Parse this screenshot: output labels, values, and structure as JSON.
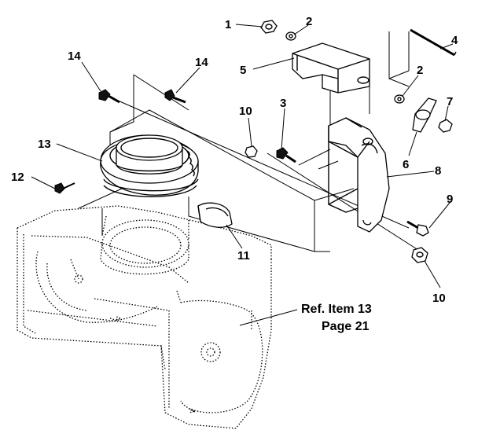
{
  "diagram": {
    "callouts": [
      {
        "id": "c1",
        "label": "1"
      },
      {
        "id": "c2a",
        "label": "2"
      },
      {
        "id": "c4",
        "label": "4"
      },
      {
        "id": "c5",
        "label": "5"
      },
      {
        "id": "c2b",
        "label": "2"
      },
      {
        "id": "c7",
        "label": "7"
      },
      {
        "id": "c14a",
        "label": "14"
      },
      {
        "id": "c14b",
        "label": "14"
      },
      {
        "id": "c10a",
        "label": "10"
      },
      {
        "id": "c3",
        "label": "3"
      },
      {
        "id": "c13",
        "label": "13"
      },
      {
        "id": "c6",
        "label": "6"
      },
      {
        "id": "c8",
        "label": "8"
      },
      {
        "id": "c12",
        "label": "12"
      },
      {
        "id": "c9",
        "label": "9"
      },
      {
        "id": "c11",
        "label": "11"
      },
      {
        "id": "c10b",
        "label": "10"
      }
    ],
    "reference_note": {
      "line1": "Ref. Item 13",
      "line2": "Page 21"
    }
  }
}
